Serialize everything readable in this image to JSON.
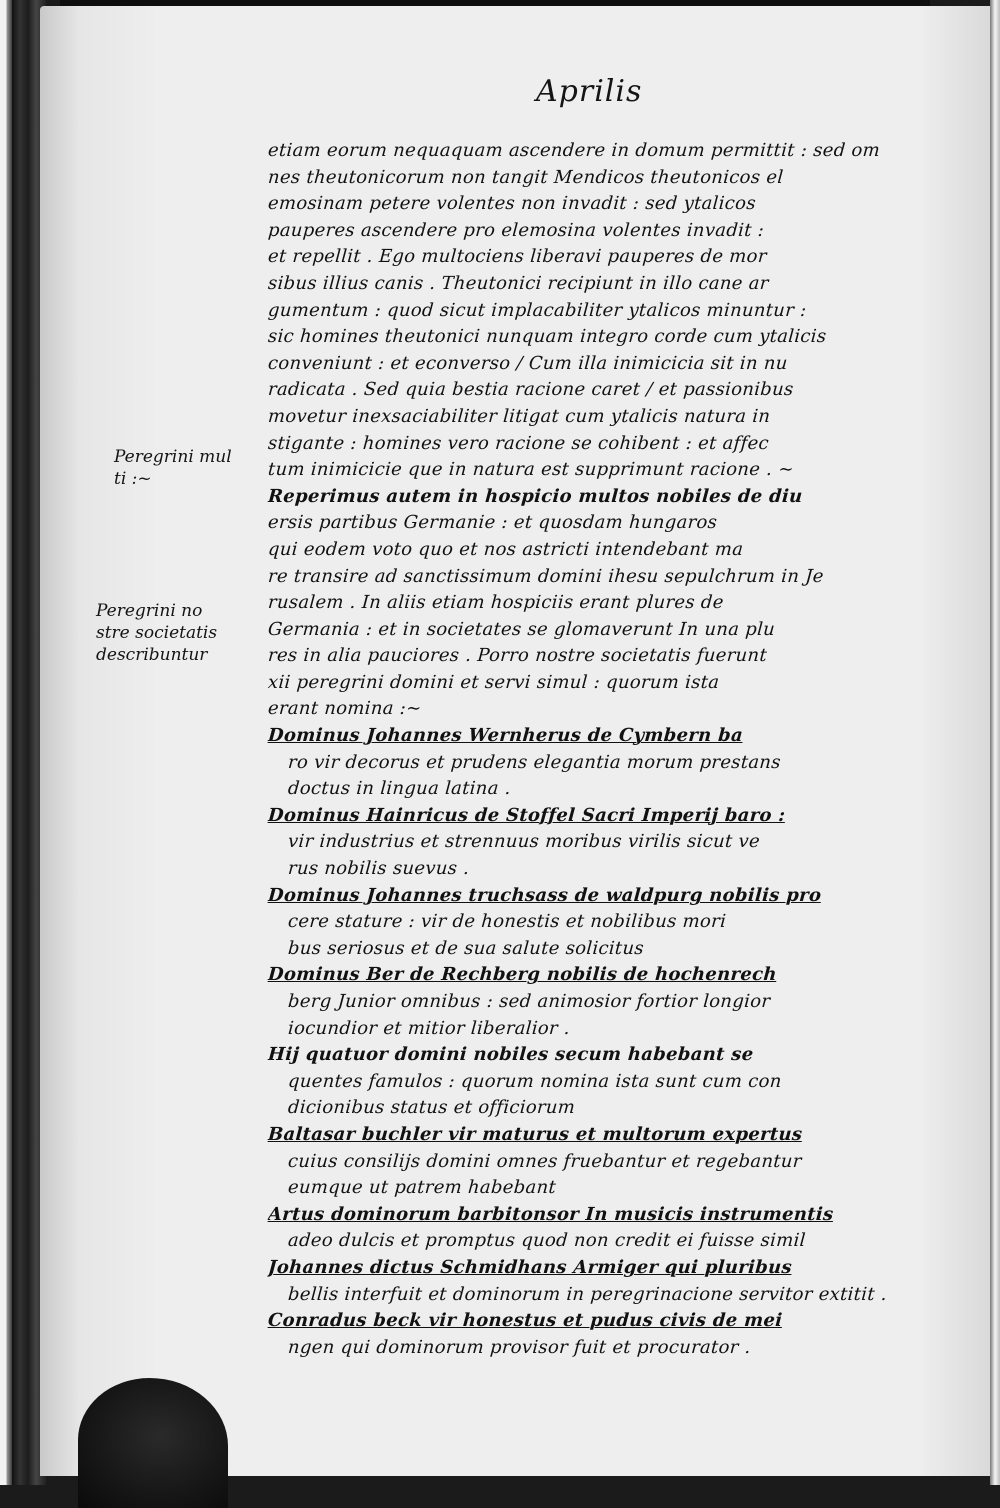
{
  "running_head": "Aprilis",
  "margin_notes": [
    {
      "lines": [
        "Peregrini mul",
        "ti :~"
      ]
    },
    {
      "lines": [
        "Peregrini no",
        "stre societatis",
        "describuntur"
      ]
    }
  ],
  "lines": [
    "etiam eorum nequaquam ascendere in domum permittit : sed om",
    "nes theutonicorum non tangit Mendicos theutonicos el",
    "emosinam petere volentes non invadit : sed ytalicos",
    "pauperes ascendere pro elemosina volentes invadit :",
    "et repellit . Ego multociens liberavi pauperes de mor",
    "sibus illius canis . Theutonici recipiunt in illo cane ar",
    "gumentum : quod sicut implacabiliter ytalicos minuntur :",
    "sic homines theutonici nunquam integro corde cum ytalicis",
    "conveniunt : et econverso / Cum illa inimicicia sit in nu",
    "radicata . Sed quia bestia racione caret / et passionibus",
    "movetur inexsaciabiliter litigat cum ytalicis natura in",
    "stigante : homines vero racione se cohibent : et affec",
    "tum inimicicie que in natura est supprimunt racione . ~",
    "Reperimus autem in hospicio multos nobiles de diu",
    "ersis partibus Germanie : et quosdam hungaros",
    "qui eodem voto quo et nos astricti intendebant ma",
    "re transire ad sanctissimum domini ihesu sepulchrum in Je",
    "rusalem . In aliis etiam hospiciis erant plures de",
    "Germania : et in societates se glomaverunt In una plu",
    "res in alia pauciores . Porro nostre societatis fuerunt",
    "xii peregrini domini et servi simul : quorum ista",
    "erant nomina :~",
    "Dominus Johannes Wernherus de Cymbern ba",
    "ro vir decorus et prudens elegantia morum prestans",
    "doctus in lingua latina .",
    "Dominus Hainricus de Stoffel Sacri Imperij baro :",
    "vir industrius et strennuus moribus virilis sicut ve",
    "rus nobilis suevus .",
    "Dominus Johannes truchsass de waldpurg nobilis pro",
    "cere stature : vir de honestis et nobilibus mori",
    "bus seriosus et de sua salute solicitus",
    "Dominus Ber de Rechberg nobilis de hochenrech",
    "berg Junior omnibus : sed animosior fortior longior",
    "iocundior et mitior liberalior .",
    "Hij quatuor domini nobiles secum habebant se",
    "quentes famulos : quorum nomina ista sunt cum con",
    "dicionibus status et officiorum",
    "Baltasar buchler vir maturus et multorum expertus",
    "cuius consilijs domini omnes fruebantur et regebantur",
    "eumque ut patrem habebant",
    "Artus dominorum barbitonsor In musicis instrumentis",
    "adeo dulcis et promptus quod non credit ei fuisse simil",
    "Johannes dictus Schmidhans Armiger qui pluribus",
    "bellis interfuit et dominorum in peregrinacione servitor extitit .",
    "Conradus beck vir honestus et pudus civis de mei",
    "ngen qui dominorum provisor fuit et procurator ."
  ]
}
